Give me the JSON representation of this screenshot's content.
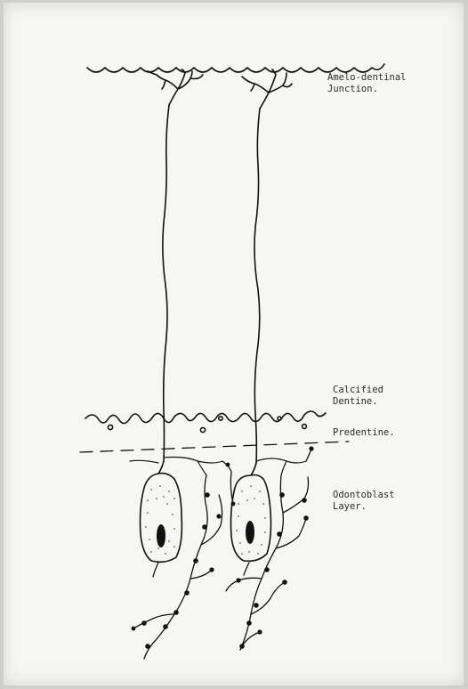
{
  "labels": {
    "amelo": {
      "line1": "Amelo-dentinal",
      "line2": "Junction."
    },
    "calcified": {
      "line1": "Calcified",
      "line2": "Dentine."
    },
    "predentine": {
      "line1": "Predentine."
    },
    "odontoblast": {
      "line1": "Odontoblast",
      "line2": "Layer."
    }
  },
  "colors": {
    "ink": "#111111",
    "paper": "#f6f6f2"
  }
}
